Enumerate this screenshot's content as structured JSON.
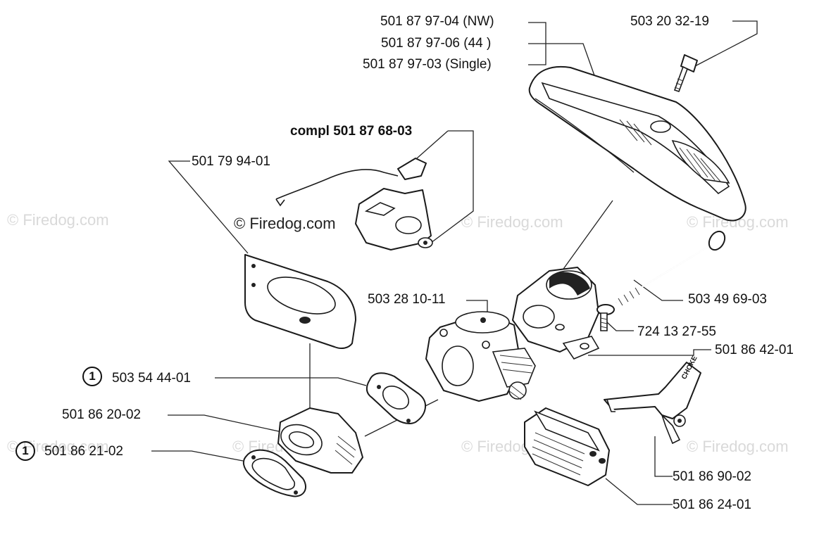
{
  "watermarks": {
    "main": "© Firedog.com",
    "faint": "© Firedog.com"
  },
  "labels": {
    "p_501879704": "501 87 97-04 (NW)",
    "p_501879706": "501 87 97-06 (44   )",
    "p_501879703": "501 87 97-03 (Single)",
    "p_503203219": "503 20 32-19",
    "p_compl": "compl 501 87 68-03",
    "p_501799401": "501 79 94-01",
    "p_503281011": "503 28 10-11",
    "p_503496903": "503 49 69-03",
    "p_724132755": "724 13 27-55",
    "p_501864201": "501 86 42-01",
    "p_503544401": "503 54 44-01",
    "p_501862002": "501 86 20-02",
    "p_501862102": "501 86 21-02",
    "p_501869002": "501 86 90-02",
    "p_501862401": "501 86 24-01",
    "choke_text": "CHOKE"
  },
  "ref_markers": {
    "m1": "1",
    "m2": "1"
  }
}
